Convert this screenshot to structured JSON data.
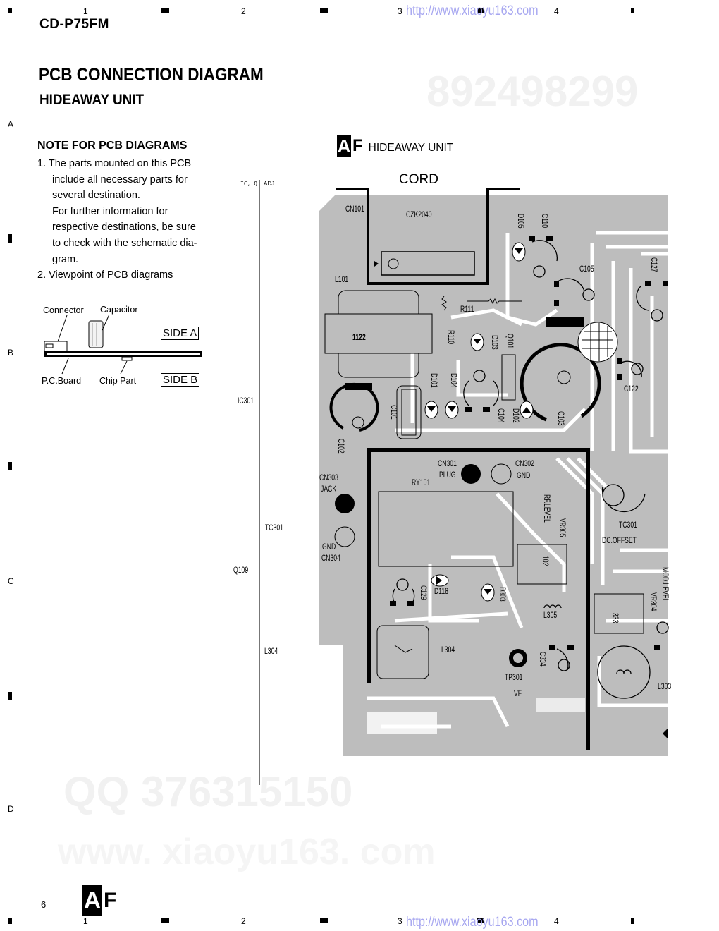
{
  "header": {
    "model": "CD-P75FM",
    "url": "http://www.xiaoyu163.com",
    "grid_columns": [
      "1",
      "2",
      "3",
      "4"
    ],
    "grid_rows": [
      "A",
      "B",
      "C",
      "D"
    ]
  },
  "title": {
    "main": "PCB CONNECTION DIAGRAM",
    "sub": "HIDEAWAY UNIT"
  },
  "watermarks": {
    "qq": "QQ 376315150",
    "tel": "892498299",
    "site": "www. xiaoyu163. com"
  },
  "note": {
    "heading": "NOTE FOR PCB DIAGRAMS",
    "lines": [
      "1. The parts mounted on this PCB",
      "include all necessary parts for",
      "several destination.",
      "For further information for",
      "respective destinations, be sure",
      "to check with the schematic dia-",
      "gram.",
      "2. Viewpoint of PCB diagrams"
    ]
  },
  "viewpoint": {
    "connector": "Connector",
    "capacitor": "Capacitor",
    "board": "P.C.Board",
    "chip": "Chip Part",
    "side_a": "SIDE A",
    "side_b": "SIDE B"
  },
  "index": {
    "col_ic": "IC, Q",
    "col_adj": "ADJ",
    "ic_items": [
      "IC301",
      "Q109"
    ],
    "adj_items": [
      "TC301",
      "L304"
    ]
  },
  "diagram": {
    "badge_a": "A",
    "badge_f": "F",
    "unit": "HIDEAWAY UNIT",
    "cord": "CORD",
    "labels": {
      "cn101": "CN101",
      "czk2040": "CZK2040",
      "d105": "D105",
      "c110": "C110",
      "c105": "C105",
      "c127": "C127",
      "l101": "L101",
      "r111": "R111",
      "r110": "R110",
      "d103": "D103",
      "q101": "Q101",
      "t1122": "1122",
      "d101": "D101",
      "d104": "D104",
      "c101": "C101",
      "c104": "C104",
      "d102": "D102",
      "c103": "C103",
      "c122": "C122",
      "c102": "C102",
      "cn301": "CN301",
      "plug": "PLUG",
      "cn302": "CN302",
      "gnd": "GND",
      "ry101": "RY101",
      "cn303": "CN303",
      "jack": "JACK",
      "gnd2": "GND",
      "cn304": "CN304",
      "rflevel": "RF.LEVEL",
      "vr305": "VR305",
      "ic102": "102",
      "tc301": "TC301",
      "dcoffset": "DC.OFFSET",
      "modlevel": "MOD.LEVEL",
      "vr304": "VR304",
      "ic333": "333",
      "c129": "C129",
      "d118": "D118",
      "d303": "D303",
      "l305": "L305",
      "l304": "L304",
      "c334": "C334",
      "tp301": "TP301",
      "vf": "VF",
      "l303": "L303"
    }
  },
  "footer": {
    "page": "6",
    "badge_a": "A",
    "badge_f": "F"
  }
}
